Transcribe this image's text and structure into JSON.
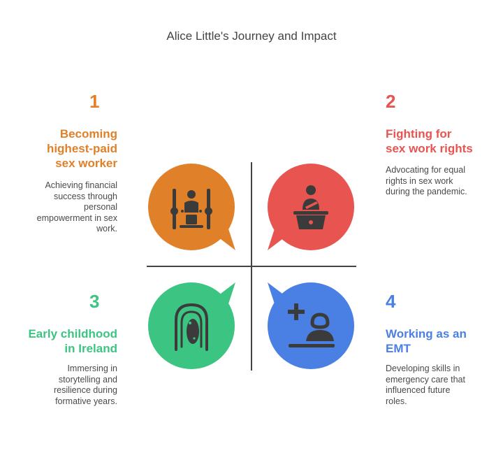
{
  "title": "Alice Little's Journey and Impact",
  "colors": {
    "orange": "#E08129",
    "red": "#E85450",
    "green": "#3CC482",
    "blue": "#4A7FE3",
    "icon": "#3b3b3b",
    "divider": "#444444"
  },
  "items": [
    {
      "number": "1",
      "heading_lines": [
        "Becoming",
        "highest-paid",
        "sex worker"
      ],
      "description_lines": [
        "Achieving financial",
        "success through",
        "personal",
        "empowerment in sex",
        "work."
      ],
      "icon": "balance-figure-icon"
    },
    {
      "number": "2",
      "heading_lines": [
        "Fighting for",
        "sex work rights"
      ],
      "description_lines": [
        "Advocating for equal",
        "rights in sex work",
        "during the pandemic."
      ],
      "icon": "speaker-podium-icon"
    },
    {
      "number": "3",
      "heading_lines": [
        "Early childhood",
        "in Ireland"
      ],
      "description_lines": [
        "Immersing in",
        "storytelling and",
        "resilience during",
        "formative years."
      ],
      "icon": "head-profile-icon"
    },
    {
      "number": "4",
      "heading_lines": [
        "Working as an",
        "EMT"
      ],
      "description_lines": [
        "Developing skills in",
        "emergency care that",
        "influenced future",
        "roles."
      ],
      "icon": "medical-worker-icon"
    }
  ]
}
